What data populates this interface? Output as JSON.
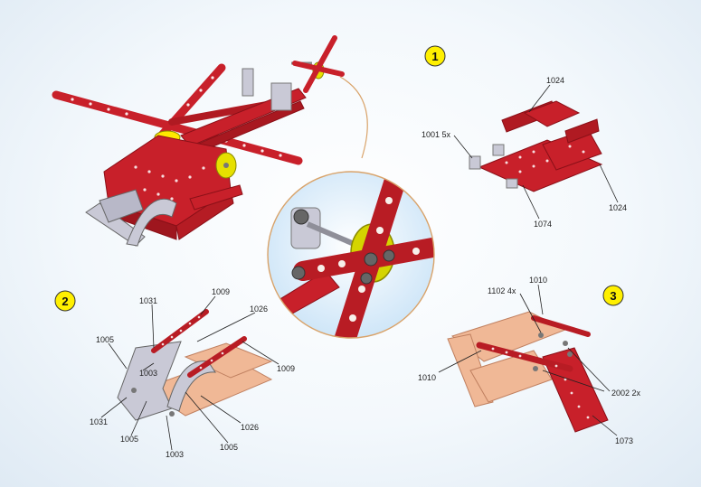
{
  "steps": [
    "1",
    "2",
    "3"
  ],
  "labels": {
    "s1": [
      "1024",
      "1001 5x",
      "1074",
      "1024"
    ],
    "s2": [
      "1031",
      "1009",
      "1026",
      "1005",
      "1003",
      "1009",
      "1031",
      "1005",
      "1003",
      "1026",
      "1005"
    ],
    "s3": [
      "1102 4x",
      "1010",
      "1010",
      "2002 2x",
      "1073"
    ]
  },
  "colors": {
    "part_red": "#c8202a",
    "part_red_dark": "#8a1018",
    "part_silver": "#c9c9d6",
    "part_peach": "#f0b896",
    "accent_yellow": "#ffe800",
    "badge_yellow": "#fff000",
    "zoom_ring": "#d9a36a"
  }
}
